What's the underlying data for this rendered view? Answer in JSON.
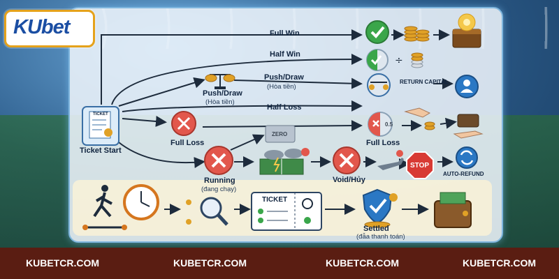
{
  "brand": {
    "logo_text": "KUbet"
  },
  "labels": {
    "full_win": "Full Win",
    "half_win": "Half Win",
    "push_draw_top": "Push/Draw",
    "push_draw_top_sub": "(Hòa tiền)",
    "push_draw_left": "Push/Draw",
    "push_draw_left_sub": "(Hòa tiền)",
    "half_loss": "Half Loss",
    "full_loss_left": "Full Loss",
    "full_loss_right": "Full Loss",
    "ticket_start": "Ticket Start",
    "running": "Running",
    "running_sub": "(đang chạy)",
    "void": "Void/Hủy",
    "return_capital": "RETURN CAPITAL",
    "auto_refund": "AUTO-REFUND",
    "settled": "Settled",
    "settled_sub": "(đẫa thanh toán)",
    "stop_sign": "STOP",
    "zero_card": "ZERO",
    "half_badge": "0.5",
    "ticket_small": "TICKET",
    "ticket_big": "TICKET"
  },
  "footer": [
    "KUBETCR.COM",
    "KUBETCR.COM",
    "KUBETCR.COM",
    "KUBETCR.COM"
  ],
  "colors": {
    "win_green": "#3aa64a",
    "loss_red": "#e2574c",
    "arrow": "#1d2b3c",
    "gold": "#e0a126",
    "blue_icon": "#2b78c4",
    "footer_bg": "#5a1d12"
  }
}
